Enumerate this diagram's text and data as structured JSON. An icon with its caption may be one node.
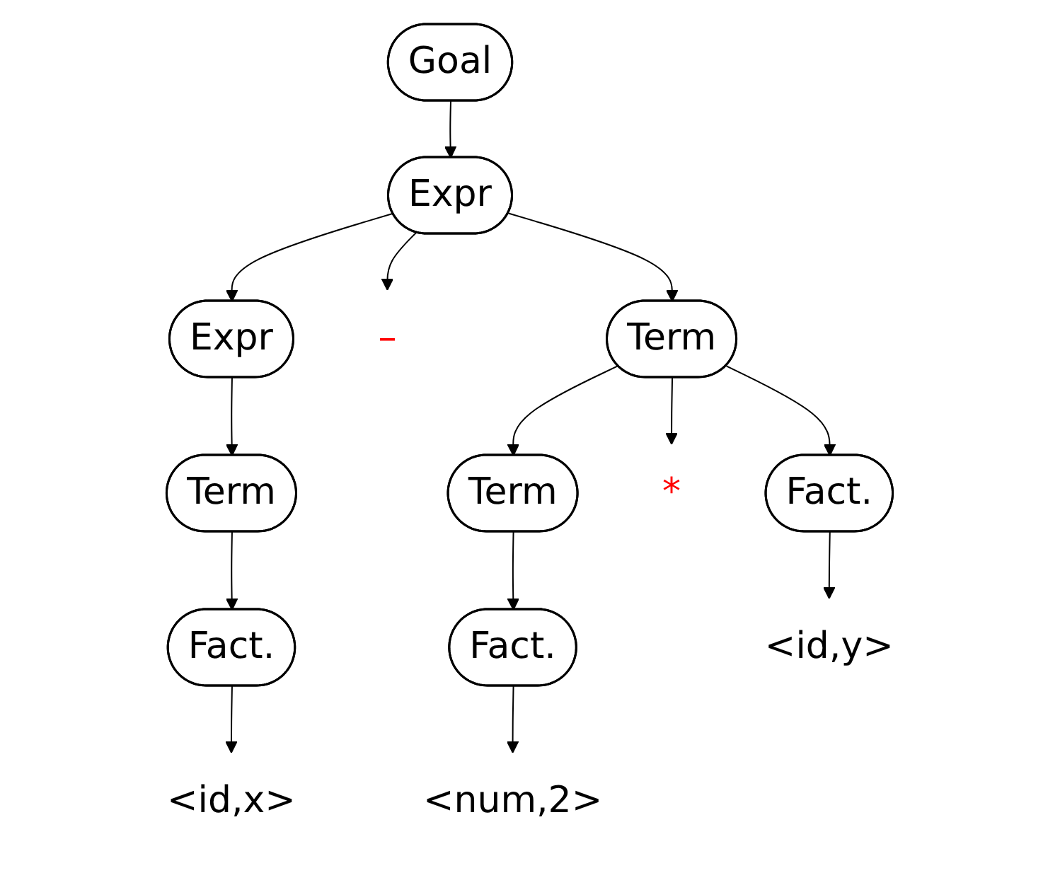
{
  "diagram": {
    "nodes": [
      {
        "text": [
          "Goal"
        ]
      },
      {
        "text": [
          "Expr"
        ]
      },
      {
        "text": [
          "Expr"
        ]
      },
      {
        "text": [
          "–"
        ]
      },
      {
        "text": [
          "Term"
        ]
      },
      {
        "text": [
          "Term"
        ]
      },
      {
        "text": [
          "Fact."
        ]
      },
      {
        "text": [
          "<id,x>"
        ]
      },
      {
        "text": [
          "Term"
        ]
      },
      {
        "text": [
          "*"
        ]
      },
      {
        "text": [
          "Fact."
        ]
      },
      {
        "text": [
          "Fact."
        ]
      },
      {
        "text": [
          "<num,2>"
        ]
      },
      {
        "text": [
          "<id,y>"
        ]
      }
    ],
    "edges": [
      {
        "from": 0,
        "to": 1,
        "arrow": "to"
      },
      {
        "from": 1,
        "to": 2,
        "arrow": "to"
      },
      {
        "from": 1,
        "to": 3,
        "arrow": "to"
      },
      {
        "from": 1,
        "to": 4,
        "arrow": "to"
      },
      {
        "from": 2,
        "to": 5,
        "arrow": "to"
      },
      {
        "from": 5,
        "to": 6,
        "arrow": "to"
      },
      {
        "from": 6,
        "to": 7,
        "arrow": "to"
      },
      {
        "from": 4,
        "to": 8,
        "arrow": "to"
      },
      {
        "from": 4,
        "to": 9,
        "arrow": "to"
      },
      {
        "from": 4,
        "to": 10,
        "arrow": "to"
      },
      {
        "from": 8,
        "to": 11,
        "arrow": "to"
      },
      {
        "from": 11,
        "to": 12,
        "arrow": "to"
      },
      {
        "from": 10,
        "to": 13,
        "arrow": "to"
      }
    ]
  }
}
